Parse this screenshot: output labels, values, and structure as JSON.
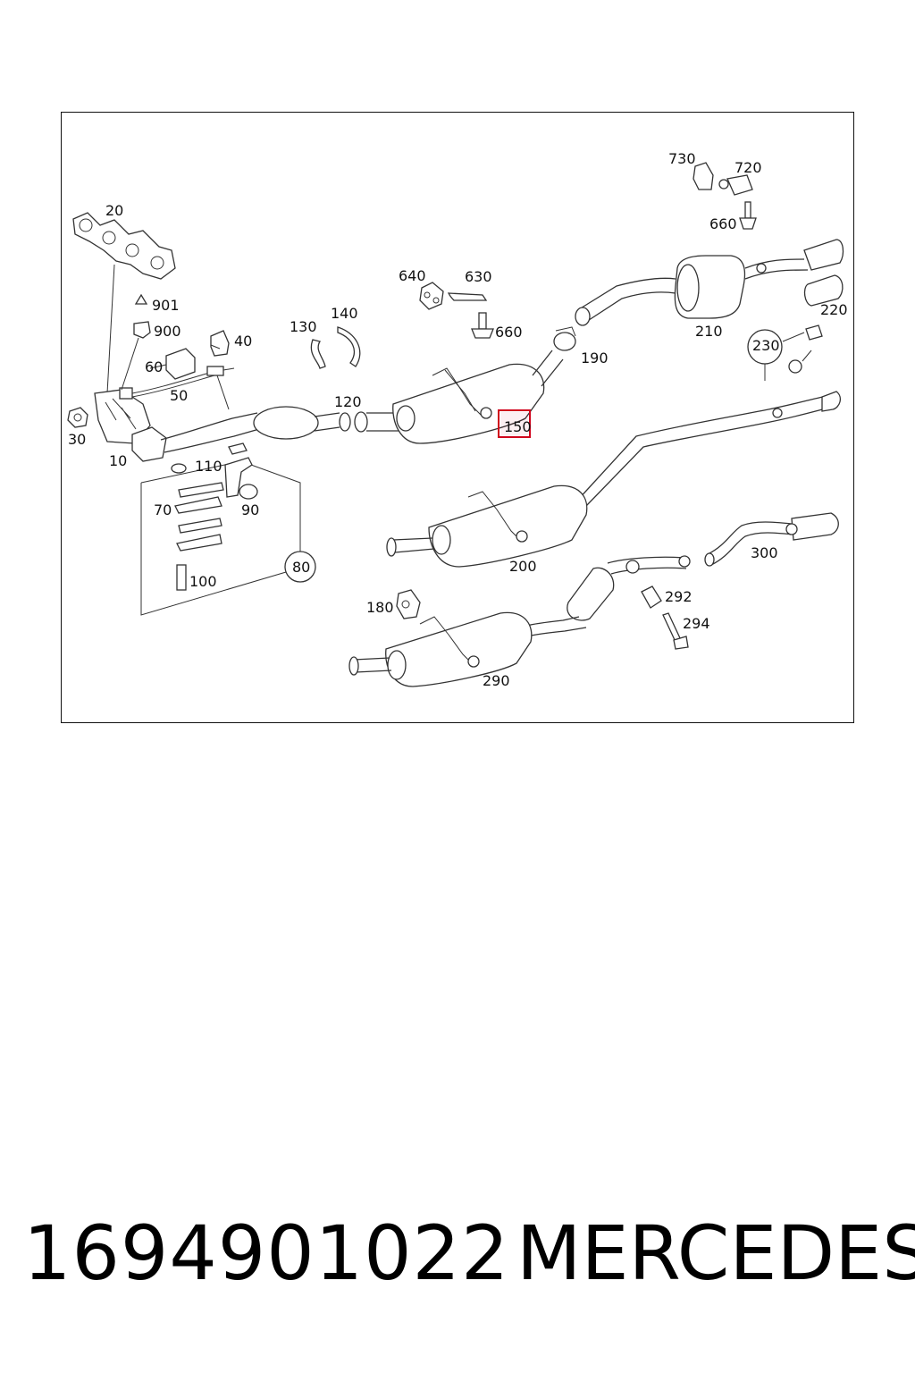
{
  "diagram": {
    "labels": {
      "p10": "10",
      "p20": "20",
      "p30": "30",
      "p40": "40",
      "p50": "50",
      "p60": "60",
      "p70": "70",
      "p80": "80",
      "p90": "90",
      "p100": "100",
      "p110": "110",
      "p120": "120",
      "p130": "130",
      "p140": "140",
      "p150": "150",
      "p180": "180",
      "p190": "190",
      "p200": "200",
      "p210": "210",
      "p220": "220",
      "p230": "230",
      "p290": "290",
      "p292": "292",
      "p294": "294",
      "p300": "300",
      "p630": "630",
      "p640": "640",
      "p660a": "660",
      "p660b": "660",
      "p720": "720",
      "p730": "730",
      "p900": "900",
      "p901": "901"
    },
    "highlight_color": "#d0021b"
  },
  "footer": {
    "part_number": "1694901022",
    "brand": "MERCEDES"
  }
}
